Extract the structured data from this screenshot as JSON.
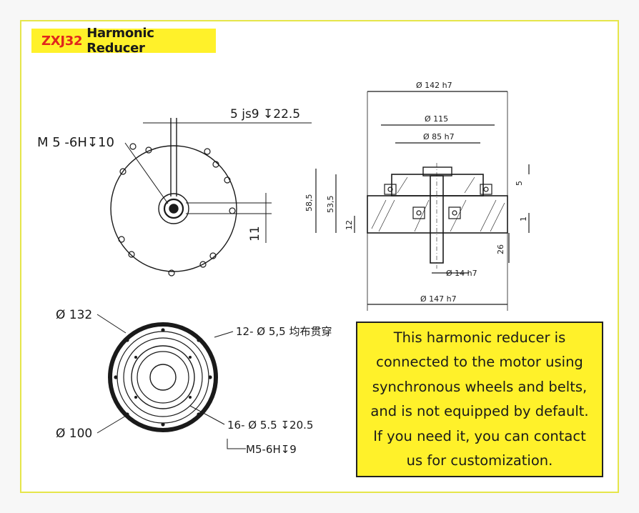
{
  "title": {
    "model": "ZXJ32",
    "text": "Harmonic Reducer"
  },
  "front_view": {
    "m5_thread": "M 5  -6H↧10",
    "keyway": "5 js9  ↧22.5",
    "key_depth": "11"
  },
  "side_view": {
    "d_outer": "Ø 142 h7",
    "d_115": "Ø 115",
    "d_85": "Ø 85 h7",
    "h_58": "58,5",
    "h_53": "53,5",
    "h_12": "12",
    "dim_5": "5",
    "dim_1": "1",
    "dim_26": "26",
    "d_shaft": "Ø 14 h7",
    "d_base": "Ø 147 h7"
  },
  "rear_view": {
    "d_132": "Ø  132",
    "d_100": "Ø  100",
    "holes_12": "12-  Ø  5,5  均布贯穿",
    "holes_16": "16-  Ø  5.5  ↧20.5",
    "thread_m5": "M5-6H↧9"
  },
  "note": {
    "lines": [
      "This harmonic reducer is",
      "connected to the motor using",
      "synchronous wheels and belts,",
      "and is not equipped by default.",
      "If you need it, you can contact",
      "us for customization."
    ]
  },
  "colors": {
    "highlight": "#fff12a",
    "accent": "#e1261c",
    "ink": "#1a1a1a"
  }
}
